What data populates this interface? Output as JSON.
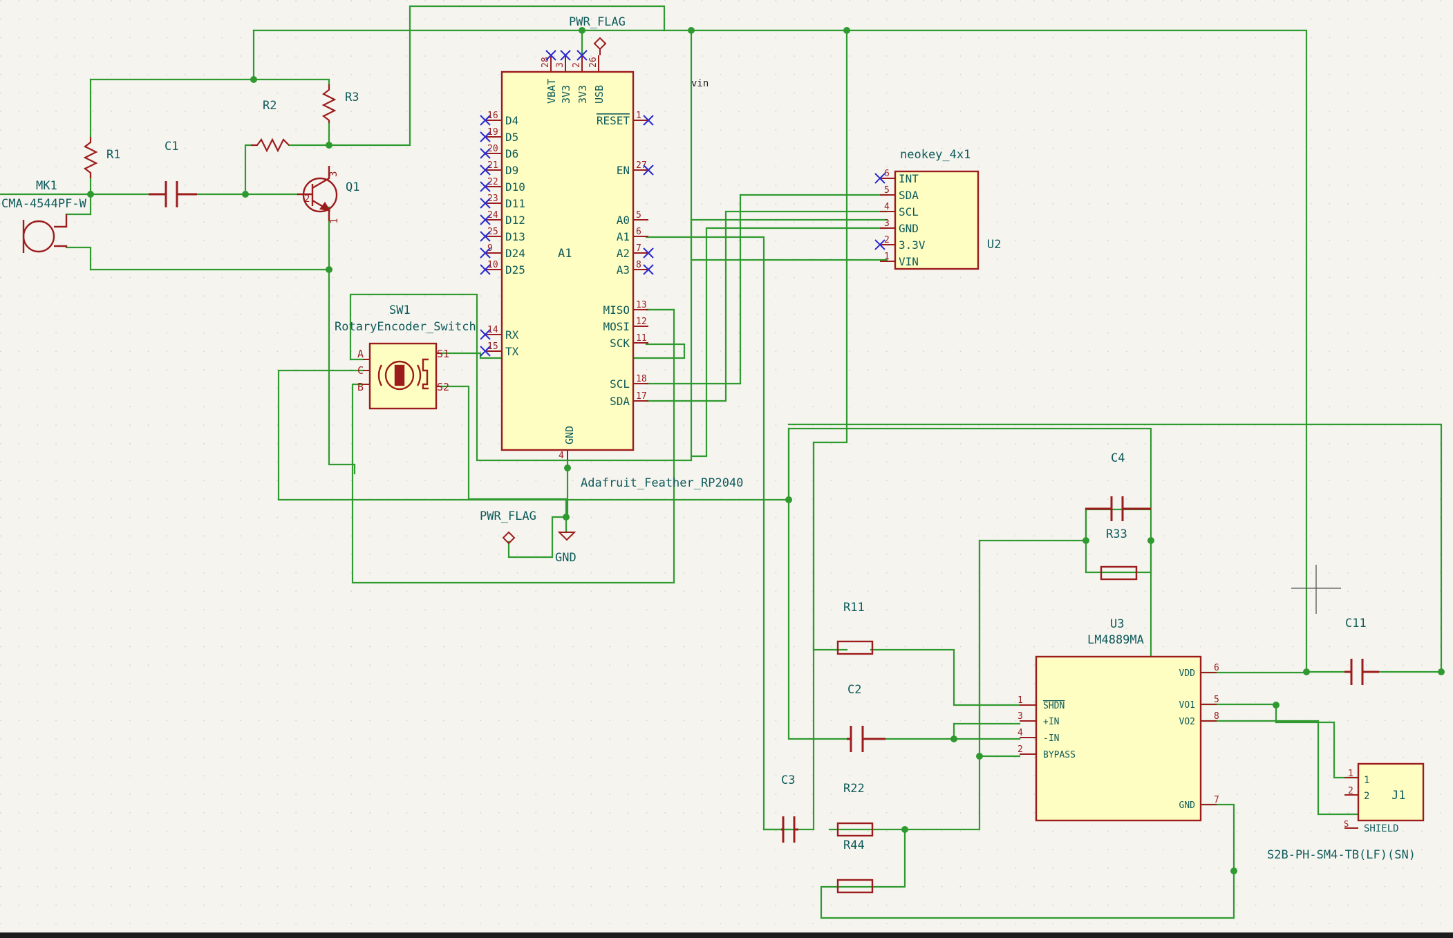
{
  "colors": {
    "background": "#f5f4ef",
    "grid": "#d8d6ce",
    "wire": "#2f9a2f",
    "component": "#9c1c1c",
    "body_fill": "#fffec2",
    "label": "#0f5b5b",
    "noconnect": "#2a2ad0"
  },
  "power_flags": [
    "PWR_FLAG",
    "PWR_FLAG"
  ],
  "net_labels": {
    "vin": "vin",
    "gnd": "GND"
  },
  "components": {
    "mk1": {
      "ref": "MK1",
      "value": "CMA-4544PF-W"
    },
    "r1": {
      "ref": "R1"
    },
    "r2": {
      "ref": "R2"
    },
    "r3": {
      "ref": "R3"
    },
    "c1": {
      "ref": "C1"
    },
    "q1": {
      "ref": "Q1",
      "pins": [
        "1",
        "2",
        "3"
      ]
    },
    "sw1": {
      "ref": "SW1",
      "value": "RotaryEncoder_Switch",
      "pins": [
        "A",
        "C",
        "B",
        "S1",
        "S2"
      ]
    },
    "a1": {
      "ref": "A1",
      "value": "Adafruit_Feather_RP2040",
      "top_pins": [
        {
          "num": "28",
          "name": "VBAT"
        },
        {
          "num": "3",
          "name": "3V3"
        },
        {
          "num": "2",
          "name": "3V3"
        },
        {
          "num": "26",
          "name": "USB"
        }
      ],
      "left_pins": [
        {
          "num": "16",
          "name": "D4"
        },
        {
          "num": "19",
          "name": "D5"
        },
        {
          "num": "20",
          "name": "D6"
        },
        {
          "num": "21",
          "name": "D9"
        },
        {
          "num": "22",
          "name": "D10"
        },
        {
          "num": "23",
          "name": "D11"
        },
        {
          "num": "24",
          "name": "D12"
        },
        {
          "num": "25",
          "name": "D13"
        },
        {
          "num": "9",
          "name": "D24"
        },
        {
          "num": "10",
          "name": "D25"
        },
        {
          "num": "14",
          "name": "RX"
        },
        {
          "num": "15",
          "name": "TX"
        }
      ],
      "right_pins": [
        {
          "num": "1",
          "name": "RESET"
        },
        {
          "num": "27",
          "name": "EN"
        },
        {
          "num": "5",
          "name": "A0"
        },
        {
          "num": "6",
          "name": "A1"
        },
        {
          "num": "7",
          "name": "A2"
        },
        {
          "num": "8",
          "name": "A3"
        },
        {
          "num": "13",
          "name": "MISO"
        },
        {
          "num": "12",
          "name": "MOSI"
        },
        {
          "num": "11",
          "name": "SCK"
        },
        {
          "num": "18",
          "name": "SCL"
        },
        {
          "num": "17",
          "name": "SDA"
        }
      ],
      "bottom_pin": {
        "num": "4",
        "name": "GND"
      }
    },
    "u2": {
      "ref": "U2",
      "value": "neokey_4x1",
      "pins": [
        {
          "num": "6",
          "name": "INT"
        },
        {
          "num": "5",
          "name": "SDA"
        },
        {
          "num": "4",
          "name": "SCL"
        },
        {
          "num": "3",
          "name": "GND"
        },
        {
          "num": "2",
          "name": "3.3V"
        },
        {
          "num": "1",
          "name": "VIN"
        }
      ]
    },
    "u3": {
      "ref": "U3",
      "value": "LM4889MA",
      "left_pins": [
        {
          "num": "1",
          "name": "SHDN"
        },
        {
          "num": "3",
          "name": "+IN"
        },
        {
          "num": "4",
          "name": "-IN"
        },
        {
          "num": "2",
          "name": "BYPASS"
        }
      ],
      "right_pins": [
        {
          "num": "6",
          "name": "VDD"
        },
        {
          "num": "5",
          "name": "VO1"
        },
        {
          "num": "8",
          "name": "VO2"
        },
        {
          "num": "7",
          "name": "GND"
        }
      ]
    },
    "j1": {
      "ref": "J1",
      "value": "S2B-PH-SM4-TB(LF)(SN)",
      "pins": [
        {
          "num": "1",
          "name": "1"
        },
        {
          "num": "2",
          "name": "2"
        },
        {
          "num": "S",
          "name": "SHIELD"
        }
      ]
    },
    "c2": {
      "ref": "C2"
    },
    "c3": {
      "ref": "C3"
    },
    "c4": {
      "ref": "C4"
    },
    "c11": {
      "ref": "C11"
    },
    "r11": {
      "ref": "R11"
    },
    "r22": {
      "ref": "R22"
    },
    "r33": {
      "ref": "R33"
    },
    "r44": {
      "ref": "R44"
    }
  }
}
